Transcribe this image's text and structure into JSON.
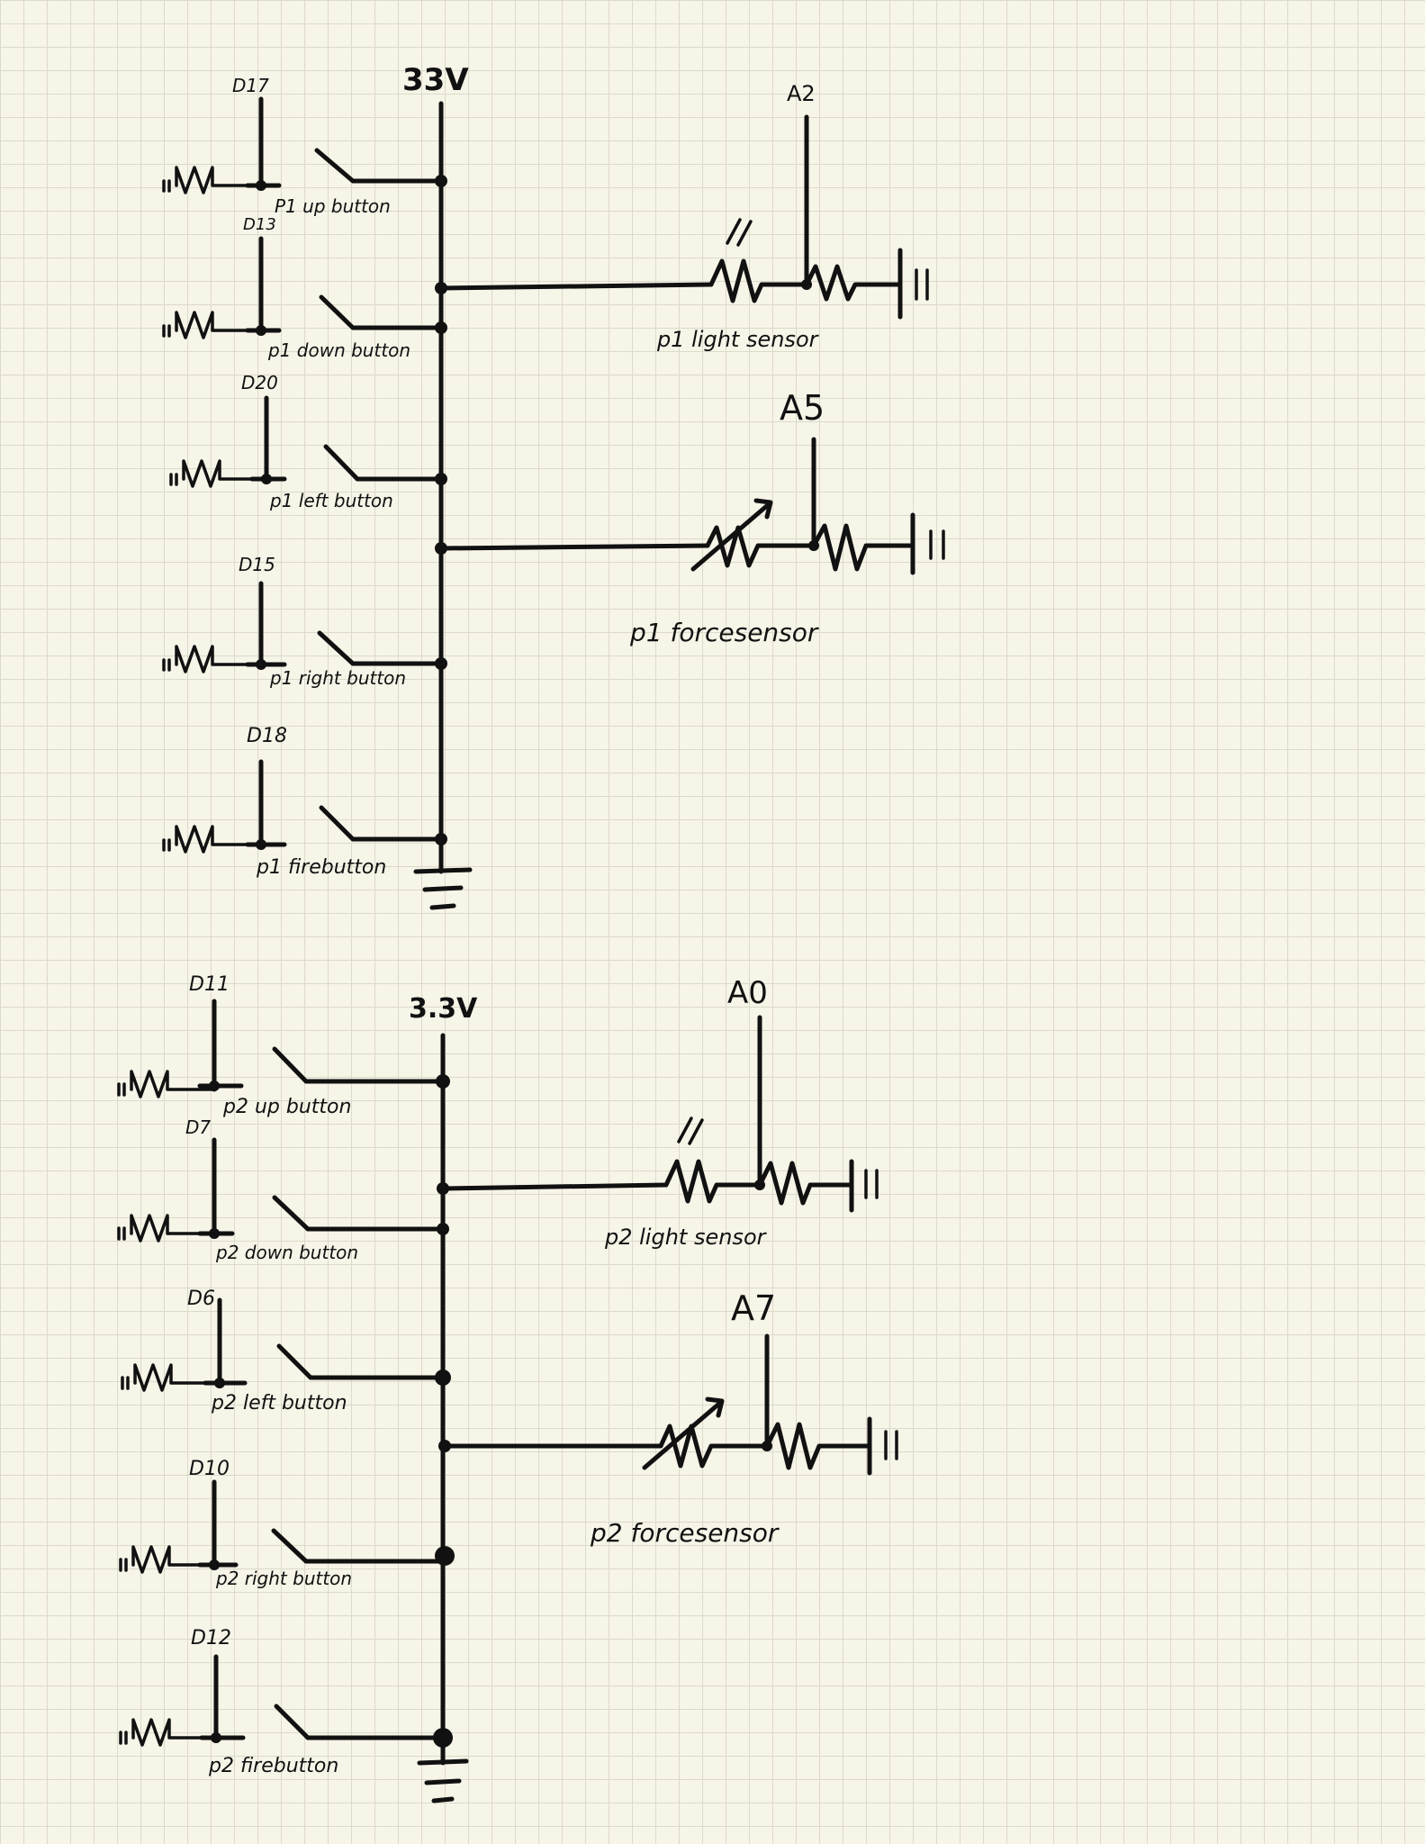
{
  "circuits": [
    {
      "supply_label": "33V",
      "buttons": [
        {
          "pin": "D17",
          "name": "P1 up button"
        },
        {
          "pin": "D13",
          "name": "p1 down button"
        },
        {
          "pin": "D20",
          "name": "p1 left button"
        },
        {
          "pin": "D15",
          "name": "p1 right button"
        },
        {
          "pin": "D18",
          "name": "p1 firebutton"
        }
      ],
      "sensors": [
        {
          "pin": "A2",
          "name": "p1 light sensor",
          "type": "photoresistor"
        },
        {
          "pin": "A5",
          "name": "p1 forcesensor",
          "type": "variable-resistor"
        }
      ]
    },
    {
      "supply_label": "3.3V",
      "buttons": [
        {
          "pin": "D11",
          "name": "p2 up button"
        },
        {
          "pin": "D7",
          "name": "p2 down button"
        },
        {
          "pin": "D6",
          "name": "p2 left button"
        },
        {
          "pin": "D10",
          "name": "p2 right button"
        },
        {
          "pin": "D12",
          "name": "p2 firebutton"
        }
      ],
      "sensors": [
        {
          "pin": "A0",
          "name": "p2 light sensor",
          "type": "photoresistor"
        },
        {
          "pin": "A7",
          "name": "p2 forcesensor",
          "type": "variable-resistor"
        }
      ]
    }
  ]
}
